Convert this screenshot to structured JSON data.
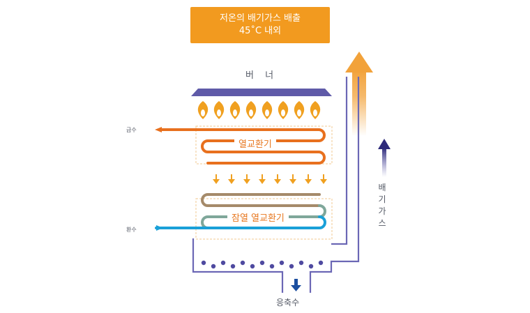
{
  "banner": {
    "line1": "저온의 배기가스 배출",
    "line2": "45˚C 내외"
  },
  "labels": {
    "burner": "버 너",
    "heat_exchanger": "열교환기",
    "latent_heat_exchanger": "잠열 열교환기",
    "supply_water": "급수",
    "return_water": "환수",
    "condensate": "응축수",
    "exhaust_gas": "배기가스"
  },
  "colors": {
    "banner": "#f29a1f",
    "frame": "#6b67b5",
    "burner_cap": "#5f5aa8",
    "flame": "#f0a020",
    "hot_pipe": "#e8701e",
    "warm_pipe": "#a58a6a",
    "cold_pipe": "#1aa0d8",
    "exhaust_arrow": "#f2a23a",
    "exhaust_small_arrow": "#2d2a7a",
    "condensate_arrow": "#1c4fa0",
    "droplets": "#4f4aa0"
  },
  "icons": {
    "flames": "flame-icon",
    "down_arrows": "down-arrow-icon",
    "exhaust_arrow": "up-arrow-icon",
    "condensate_arrow": "down-arrow-icon"
  }
}
